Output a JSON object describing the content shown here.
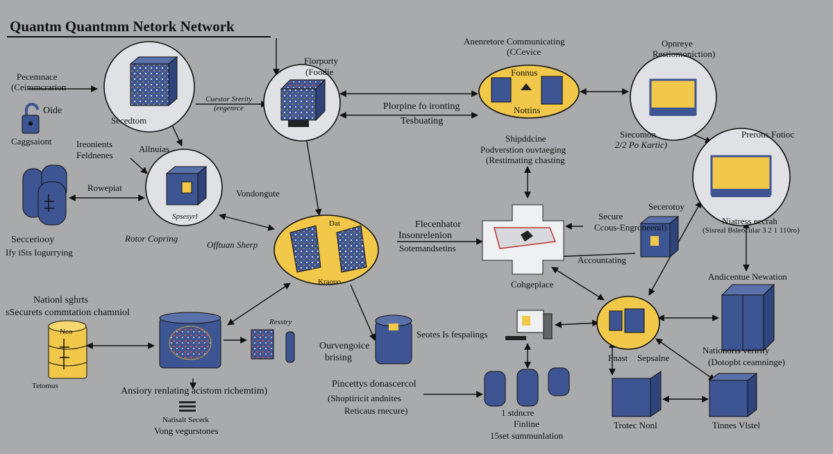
{
  "title": "Quantm Quantmm Netork Network",
  "colors": {
    "background": "#a9aaab",
    "node_blue": "#3d5592",
    "accent_yellow": "#f1c84a",
    "circle_fill": "#dfe1e4"
  },
  "labels": {
    "pecemnace": "Pecemnace",
    "ceimmcrarion": "(Ceimmcrarion",
    "oide": "Oide",
    "caggsaiont": "Caggsaiont",
    "secedtom": "Secedtom",
    "cuestor_srerity": "Cuestor Srerity",
    "eegenrce": "(eegenrce",
    "florporty": "Florporty",
    "foodie": "(Foodie",
    "plorpine": "Plorpine fo ironting",
    "tesbuating": "Tesbuating",
    "anenretore": "Anenretore Communicating",
    "ccevice": "(CCevice",
    "fonnus": "Fonnus",
    "nottins": "Nottins",
    "opnreye": "Opnreye",
    "restiomoniction": "Restiomoniction)",
    "siecomon": "Siecomon",
    "ko_kartic": "2/2 Po Kartic)",
    "prerous_fotioc": "Prerous Fotioc",
    "ireonients": "Ireonients",
    "feldnenes": "Feldnenes",
    "allnuias": "Allnuias",
    "vondongute": "Vondongute",
    "rowepiat": "Rowepiat",
    "spsesyrl": "Spsesyrl",
    "rotor_copring": "Rotor Copring",
    "secceriooy": "Secceriooy",
    "ify_lgourying": "Ify iSts Iogurrying",
    "offtuan_sherp": "Offtuan Sherp",
    "dot": "Dat",
    "kraouo": "Kraouo",
    "shipddcine": "Shipddcine",
    "podverstion": "Podverstion ouvtaeging",
    "restimating": "(Restimating chasting",
    "flecenhator": "Flecenhator",
    "insonrelenion": "Insonrelenion",
    "sotemandsetins": "Sotemandsetins",
    "cohgeplace": "Cohgeplace",
    "secure": "Secure",
    "ccous_engroneenil": "Ccous-Engroneenil)",
    "accountating": "Accountating",
    "secerotoy": "Secerotoy",
    "niatress_eecrah": "Niatress eecrah",
    "sisreal": "(Sisreal Bsleocular 3 2 1 110ro)",
    "andicentue": "Andicentue Newation",
    "national_sghrts": "Nationl sghrts",
    "ssecurets": "sSecurets commtation chamniol",
    "neo": "Neo",
    "tetomus": "Tetomus",
    "resstry": "Resstry",
    "ansiory": "Ansiory renlating acistom richemtim)",
    "natisalt": "Natisalt Secerk",
    "vong": "Vong vegurstones",
    "ourvengoice": "Ourvengoice",
    "brising": "brising",
    "seotes": "Seotes Is fespalings",
    "pincettys": "Pincettys donascercol",
    "shoptiricit": "(Shoptiricit andnites",
    "reticaus": "Reticaus rnecure)",
    "one_stdncre": "1 stdncre",
    "finline": "Finline",
    "fifteen_set": "15set summunlation",
    "fnast": "Fnast",
    "sepsalne": "Sepsalne",
    "nationoris": "Nationoris veririty",
    "dotopbt": "(Dotopbt ceamninge)",
    "trotec_nonl": "Trotec Nonl",
    "tinnes_vlstel": "Tinnes Vlstel"
  }
}
